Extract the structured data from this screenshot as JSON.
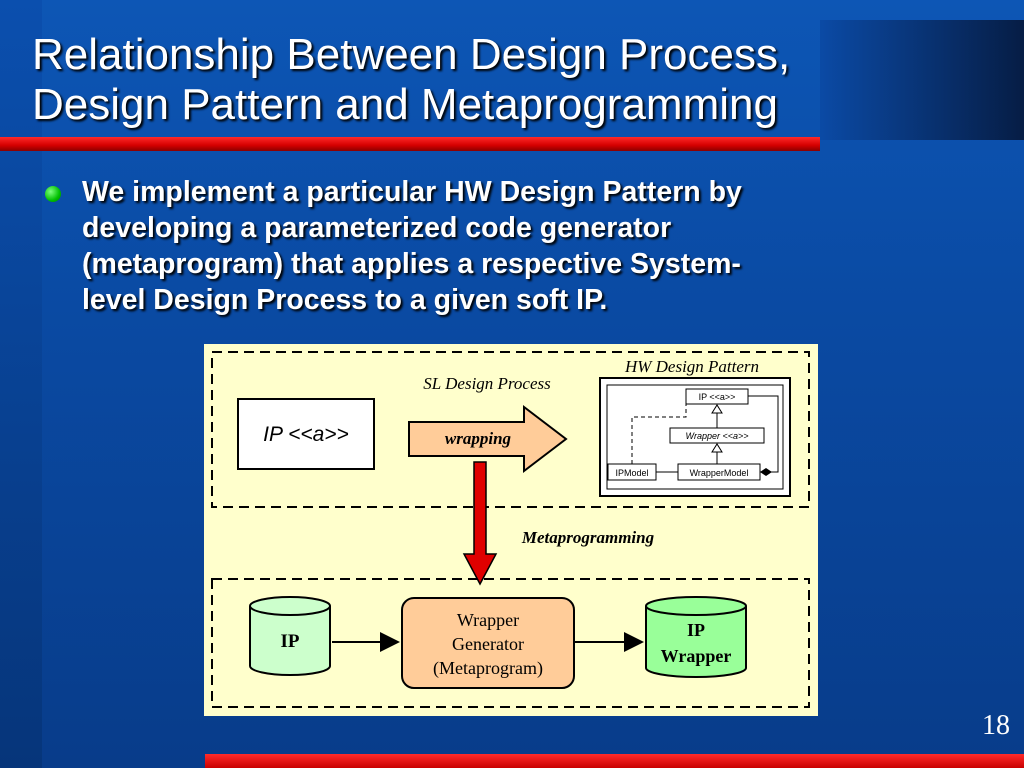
{
  "slide": {
    "title_lines": [
      "Relationship Between Design Process,",
      "Design Pattern and Metaprogramming"
    ],
    "bullet_lines": [
      "We implement a particular HW Design Pattern by",
      "developing a parameterized code generator",
      "(metaprogram) that applies a respective System-",
      "level Design Process to a given soft IP."
    ],
    "page_number": "18"
  },
  "diagram": {
    "sl_design_process_label": "SL Design Process",
    "hw_design_pattern_label": "HW Design Pattern",
    "ip_box_label": "IP <<a>>",
    "wrapping_label": "wrapping",
    "metaprogramming_label": "Metaprogramming",
    "uml": {
      "ip_class": "IP <<a>>",
      "wrapper_class": "Wrapper <<a>>",
      "ipmodel_class": "IPModel",
      "wrappermodel_class": "WrapperModel"
    },
    "ip_cylinder_label": "IP",
    "generator_lines": [
      "Wrapper",
      "Generator",
      "(Metaprogram)"
    ],
    "ip_wrapper_lines": [
      "IP",
      "Wrapper"
    ],
    "colors": {
      "diagram_bg": "#ffffcc",
      "arrow_fill": "#ffcc99",
      "red_arrow": "#e00000",
      "ip_cylinder": "#ccffcc",
      "ip_wrapper_cylinder": "#99ff99",
      "generator_fill": "#ffcc99"
    }
  }
}
